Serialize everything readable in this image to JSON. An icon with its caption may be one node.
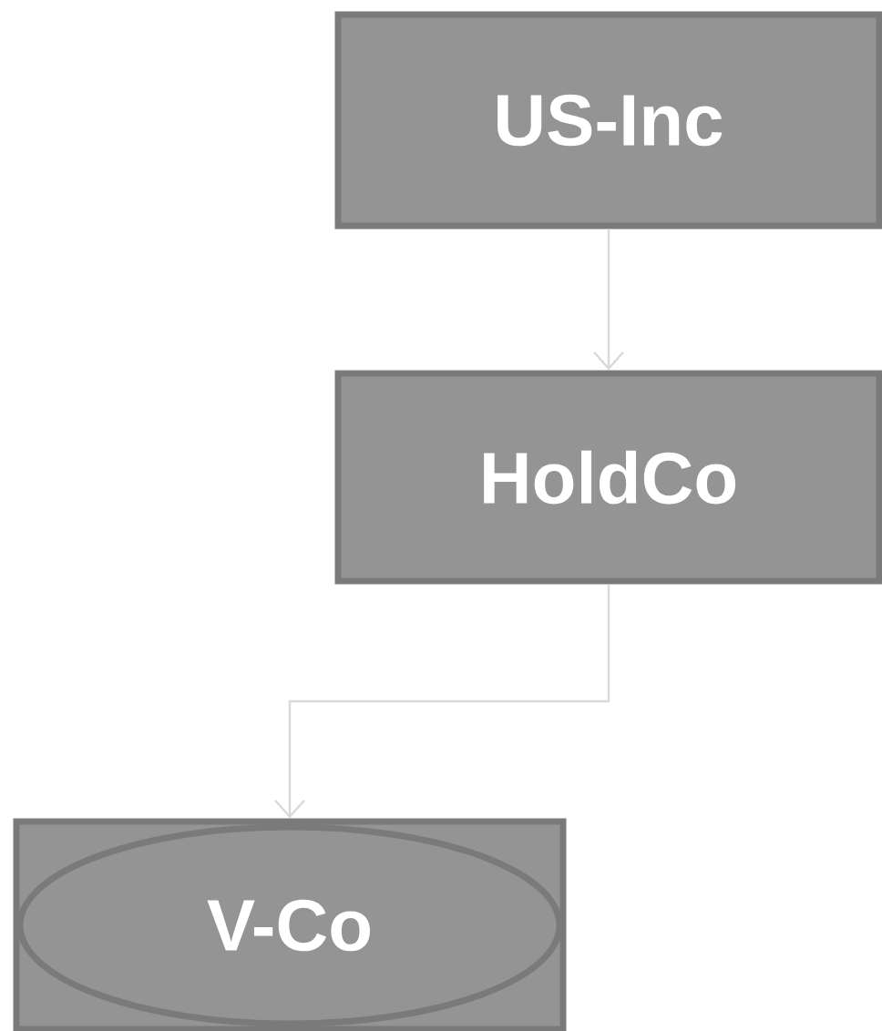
{
  "diagram": {
    "nodes": [
      {
        "text": [
          "US-Inc"
        ]
      },
      {
        "text": [
          "HoldCo"
        ]
      },
      {
        "text": [],
        "shape": "box"
      },
      {
        "text": [
          "V-Co"
        ],
        "in": 2
      }
    ],
    "edges": [
      {
        "from": 0,
        "to": 1,
        "arrow": "to"
      },
      {
        "from": 1,
        "to": 2,
        "arrow": "to"
      }
    ]
  }
}
